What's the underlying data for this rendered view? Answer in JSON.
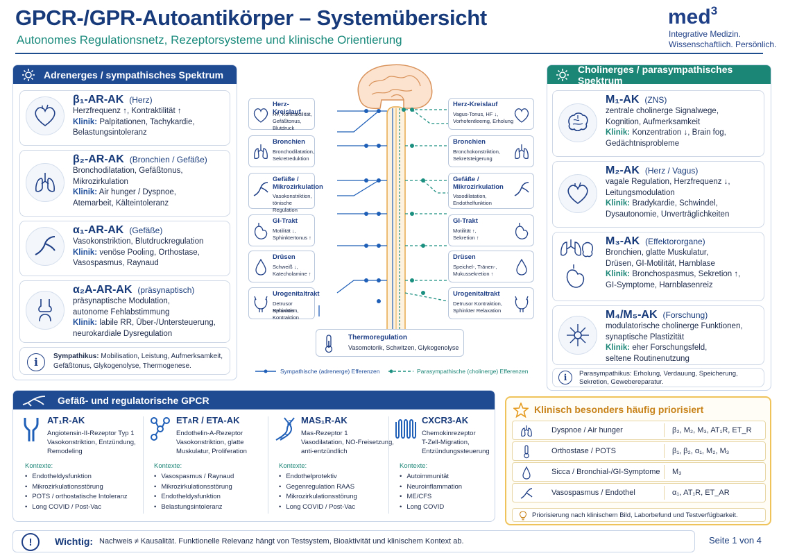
{
  "header": {
    "title": "GPCR-/GPR-Autoantikörper – Systemübersicht",
    "subtitle": "Autonomes Regulationsnetz, Rezeptorsysteme und klinische Orientierung",
    "logo_text": "med",
    "logo_sup": "3",
    "logo_line1": "Integrative Medizin.",
    "logo_line2": "Wissenschaftlich. Persönlich."
  },
  "adrenerg": {
    "heading": "Adrenerges / sympathisches Spektrum",
    "cards": [
      {
        "title": "β₁-AR-AK",
        "sub": "(Herz)",
        "lines": [
          "Herzfrequenz ↑, Kontraktilität ↑"
        ],
        "klinik_label": "Klinik:",
        "klinik": "Palpitationen, Tachykardie,",
        "klinik2": "Belastungsintoleranz",
        "icon": "heart-icon"
      },
      {
        "title": "β₂-AR-AK",
        "sub": "(Bronchien / Gefäße)",
        "lines": [
          "Bronchodilatation, Gefäßtonus,",
          "Mikrozirkulation"
        ],
        "klinik_label": "Klinik:",
        "klinik": "Air hunger / Dyspnoe,",
        "klinik2": "Atemarbeit, Kälteintoleranz",
        "icon": "lungs-icon"
      },
      {
        "title": "α₁-AR-AK",
        "sub": "(Gefäße)",
        "lines": [
          "Vasokonstriktion, Blutdruckregulation"
        ],
        "klinik_label": "Klinik:",
        "klinik": "venöse Pooling, Orthostase,",
        "klinik2": "Vasospasmus, Raynaud",
        "icon": "vessel-icon"
      },
      {
        "title": "α₂A-AR-AK",
        "sub": "(präsynaptisch)",
        "lines": [
          "präsynaptische Modulation,",
          "autonome Fehlabstimmung"
        ],
        "klinik_label": "Klinik:",
        "klinik": "labile RR, Über-/Untersteuerung,",
        "klinik2": "neurokardiale Dysregulation",
        "icon": "synapse-icon"
      }
    ],
    "info_label": "Sympathikus:",
    "info_text": "Mobilisation, Leistung, Aufmerksamkeit,",
    "info_text2": "Gefäßtonus, Glykogenolyse, Thermogenese."
  },
  "cholinerg": {
    "heading": "Cholinerges / parasympathisches Spektrum",
    "cards": [
      {
        "title": "M₁-AK",
        "sub": "(ZNS)",
        "lines": [
          "zentrale cholinerge Signalwege,",
          "Kognition, Aufmerksamkeit"
        ],
        "klinik_label": "Klinik:",
        "klinik": "Konzentration ↓, Brain fog,",
        "klinik2": "Gedächtnisprobleme",
        "icon": "brain-icon"
      },
      {
        "title": "M₂-AK",
        "sub": "(Herz / Vagus)",
        "lines": [
          "vagale Regulation, Herzfrequenz ↓,",
          "Leitungsmodulation"
        ],
        "klinik_label": "Klinik:",
        "klinik": "Bradykardie, Schwindel,",
        "klinik2": "Dysautonomie, Unverträglichkeiten",
        "icon": "heart-icon"
      },
      {
        "title": "M₃-AK",
        "sub": "(Effektororgane)",
        "lines": [
          "Bronchien, glatte Muskulatur,",
          "Drüsen, GI-Motilität, Harnblase"
        ],
        "klinik_label": "Klinik:",
        "klinik": "Bronchospasmus, Sekretion ↑,",
        "klinik2": "GI-Symptome, Harnblasenreiz",
        "icon": "organs-icon"
      },
      {
        "title": "M₄/M₅-AK",
        "sub": "(Forschung)",
        "lines": [
          "modulatorische cholinerge Funktionen,",
          "synaptische Plastizität"
        ],
        "klinik_label": "Klinik:",
        "klinik": "eher Forschungsfeld,",
        "klinik2": "seltene Routinenutzung",
        "icon": "neuron-icon"
      }
    ],
    "info_label": "Parasympathikus:",
    "info_text": "Erholung, Verdauung, Speicherung,",
    "info_text2": "Sekretion, Gewebereparatur."
  },
  "center": {
    "left": [
      {
        "title": "Herz-Kreislauf",
        "desc": "HF, Kontraktilität,",
        "desc2": "Gefäßtonus, Blutdruck",
        "icon": "heart-icon"
      },
      {
        "title": "Bronchien",
        "desc": "Bronchodilatation,",
        "desc2": "Sekretreduktion",
        "icon": "lungs-icon"
      },
      {
        "title": "Gefäße /",
        "title2": "Mikrozirkulation",
        "desc": "Vasokonstriktion,",
        "desc2": "tönische Regulation",
        "icon": "vessel-icon"
      },
      {
        "title": "GI-Trakt",
        "desc": "Motilität ↓,",
        "desc2": "Sphinktertonus ↑",
        "icon": "stomach-icon"
      },
      {
        "title": "Drüsen",
        "desc": "Schweiß ↓,",
        "desc2": "Katecholamine ↑",
        "icon": "drop-icon"
      },
      {
        "title": "Urogenitaltrakt",
        "desc": "Detrusor Relaxation,",
        "desc2": "Sphinkter Kontraktion",
        "icon": "bladder-icon"
      }
    ],
    "right": [
      {
        "title": "Herz-Kreislauf",
        "desc": "Vagus-Tonus, HF ↓,",
        "desc2": "Vorhofentleerng, Erholung",
        "icon": "heart-icon"
      },
      {
        "title": "Bronchien",
        "desc": "Bronchokonstriktion,",
        "desc2": "Sekretsteigerung",
        "icon": "lungs-icon"
      },
      {
        "title": "Gefäße /",
        "title2": "Mikrozirkulation",
        "desc": "Vasodilatation,",
        "desc2": "Endothelfunktion",
        "icon": "vessel-icon"
      },
      {
        "title": "GI-Trakt",
        "desc": "Motilität ↑,",
        "desc2": "Sekretion ↑",
        "icon": "stomach-icon"
      },
      {
        "title": "Drüsen",
        "desc": "Speichel-, Tränen-,",
        "desc2": "Mukussekretion ↑",
        "icon": "drop-icon"
      },
      {
        "title": "Urogenitaltrakt",
        "desc": "Detrusor Kontraktion,",
        "desc2": "Sphinkter Relaxation",
        "icon": "bladder-icon"
      }
    ],
    "thermo_title": "Thermoregulation",
    "thermo_desc": "Vasomotorik, Schwitzen, Glykogenolyse",
    "legend_symp": "Sympathische (adrenerge) Efferenzen",
    "legend_para": "Parasympathische (cholinerge) Efferenzen"
  },
  "gpcr": {
    "heading": "Gefäß- und regulatorische GPCR",
    "kontexte_label": "Kontexte:",
    "items": [
      {
        "title": "AT₁R-AK",
        "desc": "Angiotensin-II-Rezeptor Typ 1",
        "desc2": "Vasokonstriktion, Entzündung,",
        "desc3": "Remodeling",
        "contexts": [
          "Endotheldysfunktion",
          "Mikrozirkulationsstörung",
          "POTS / orthostatische Intoleranz",
          "Long COVID / Post-Vac"
        ],
        "icon": "receptor-icon"
      },
      {
        "title": "ETAR / ETA-AK",
        "desc": "Endothelin-A-Rezeptor",
        "desc2": "Vasokonstriktion, glatte",
        "desc3": "Muskulatur, Proliferation",
        "contexts": [
          "Vasospasmus / Raynaud",
          "Mikrozirkulationsstörung",
          "Endotheldysfunktion",
          "Belastungsintoleranz"
        ],
        "icon": "molecule-icon"
      },
      {
        "title": "MAS₁R-AK",
        "desc": "Mas-Rezeptor 1",
        "desc2": "Vasodilatation, NO-Freisetzung,",
        "desc3": "anti-entzündlich",
        "contexts": [
          "Endothelprotektiv",
          "Gegenregulation RAAS",
          "Mikrozirkulationsstörung",
          "Long COVID / Post-Vac"
        ],
        "icon": "dna-icon"
      },
      {
        "title": "CXCR3-AK",
        "desc": "Chemokinrezeptor",
        "desc2": "T-Zell-Migration,",
        "desc3": "Entzündungssteuerung",
        "contexts": [
          "Autoimmunität",
          "Neuroinflammation",
          "ME/CFS",
          "Long COVID"
        ],
        "icon": "membrane-icon"
      }
    ]
  },
  "prio": {
    "heading": "Klinisch besonders häufig priorisiert",
    "rows": [
      {
        "label": "Dyspnoe / Air hunger",
        "value": "β₂, M₂, M₃, AT₁R, ET_R",
        "icon": "lungs-icon"
      },
      {
        "label": "Orthostase / POTS",
        "value": "β₁, β₂, α₁, M₂, M₃",
        "icon": "thermometer-icon"
      },
      {
        "label": "Sicca / Bronchial-/GI-Symptome",
        "value": "M₃",
        "icon": "drop-icon"
      },
      {
        "label": "Vasospasmus / Endothel",
        "value": "α₁, AT₁R, ET_AR",
        "icon": "vessel-icon"
      }
    ],
    "note": "Priorisierung nach klinischem Bild, Laborbefund und Testverfügbarkeit."
  },
  "footer": {
    "label": "Wichtig:",
    "text": "Nachweis ≠ Kausalität. Funktionelle Relevanz hängt von Testsystem, Bioaktivität und klinischem Kontext ab.",
    "page": "Seite 1 von 4"
  },
  "colors": {
    "navy": "#173a7a",
    "blue_header": "#1f4b93",
    "teal_header": "#1b8576",
    "sympathetic": "#1f5fb8",
    "parasympathetic": "#1b8f80",
    "spine": "#e6a94a",
    "prio_border": "#f0c35a"
  }
}
